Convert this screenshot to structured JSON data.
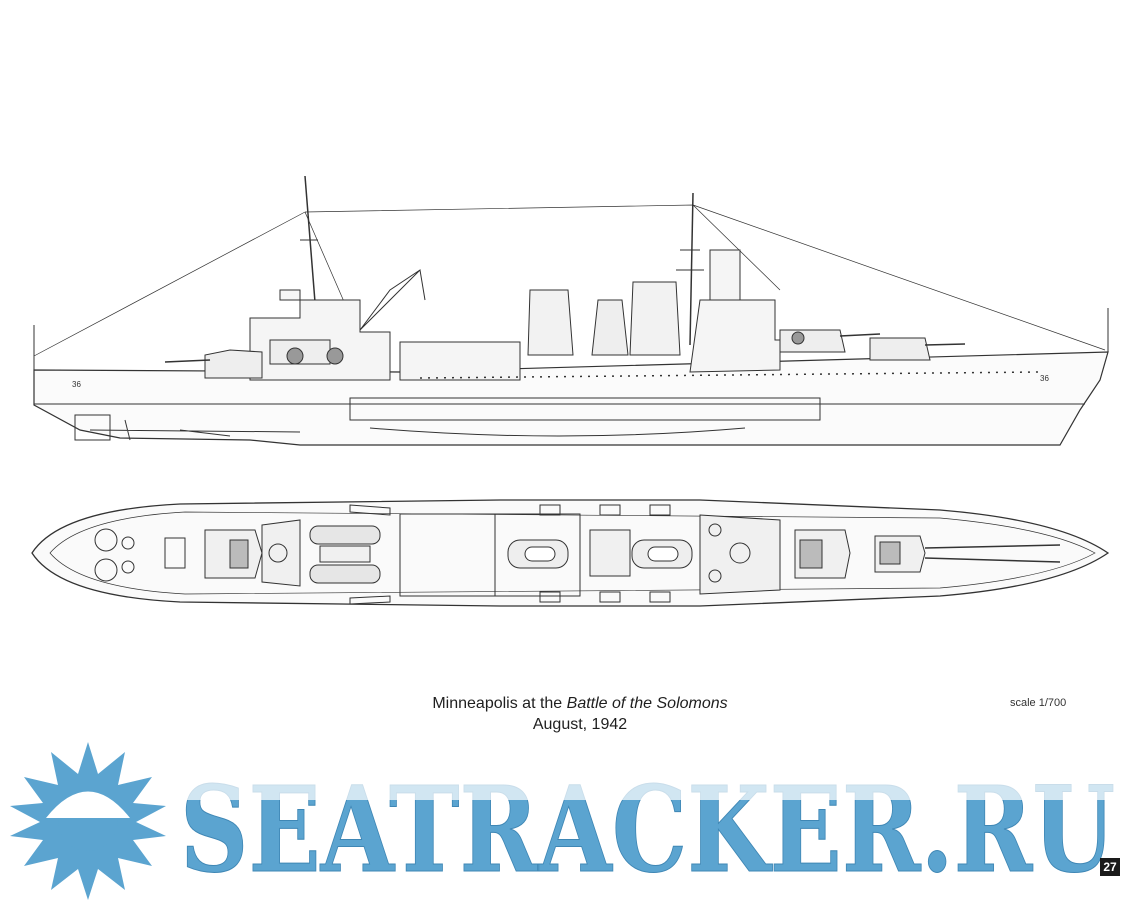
{
  "caption": {
    "ship_name": "Minneapolis at the",
    "battle": "Battle of the Solomons",
    "date": "August, 1942"
  },
  "scale": "scale 1/700",
  "hull_numbers": {
    "bow": "36",
    "stern": "36"
  },
  "watermark": {
    "text": "SEATRACKER.RU",
    "color": "#5ba4d0"
  },
  "page_number": "27"
}
